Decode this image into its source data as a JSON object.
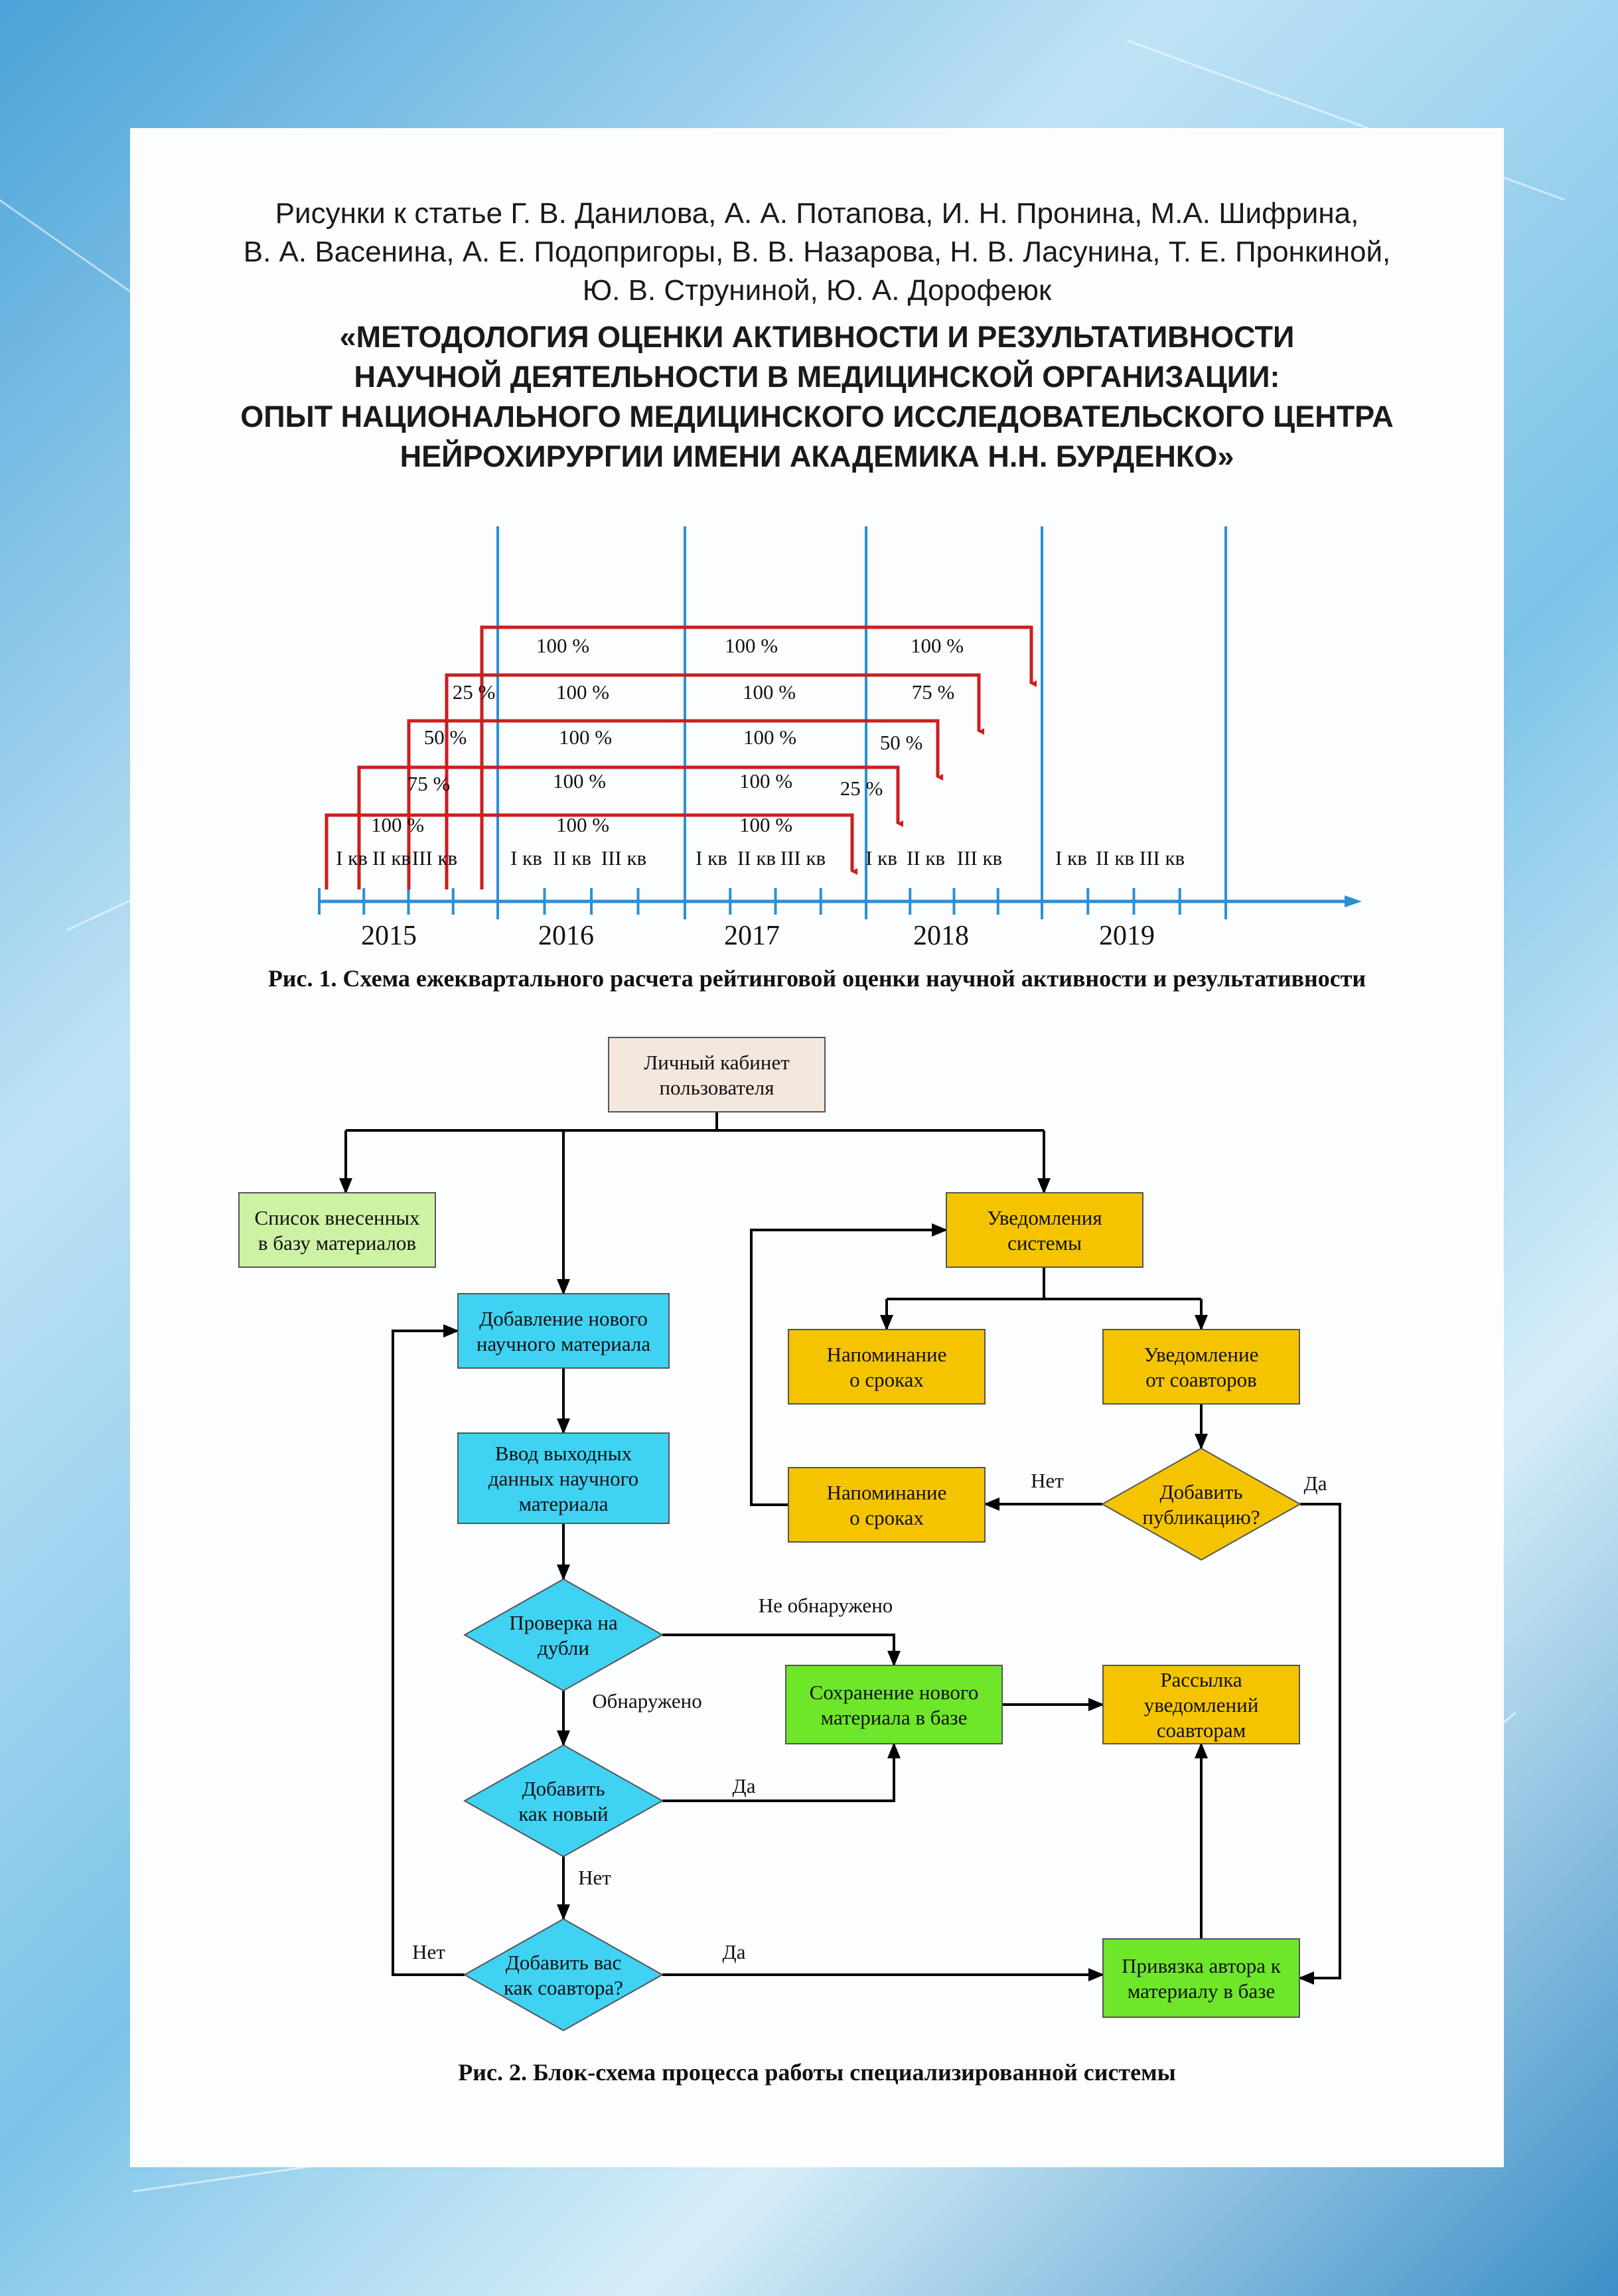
{
  "header": {
    "authors_lines": [
      "Рисунки к статье Г. В. Данилова, А. А. Потапова, И. Н. Пронина, М.А. Шифрина,",
      "В. А. Васенина, А. Е. Подопригоры, В. В. Назарова, Н. В. Ласунина, Т. Е. Пронкиной,",
      "Ю. В. Струниной, Ю. А. Дорофеюк"
    ],
    "title_lines": [
      "«МЕТОДОЛОГИЯ ОЦЕНКИ АКТИВНОСТИ И РЕЗУЛЬТАТИВНОСТИ",
      "НАУЧНОЙ ДЕЯТЕЛЬНОСТИ В МЕДИЦИНСКОЙ ОРГАНИЗАЦИИ:",
      "ОПЫТ НАЦИОНАЛЬНОГО МЕДИЦИНСКОГО ИССЛЕДОВАТЕЛЬСКОГО ЦЕНТРА",
      "НЕЙРОХИРУРГИИ ИМЕНИ АКАДЕМИКА Н.Н. БУРДЕНКО»"
    ]
  },
  "figure1": {
    "caption": "Рис. 1. Схема ежеквартального расчета рейтинговой оценки научной активности и результативности",
    "years": [
      "2015",
      "2016",
      "2017",
      "2018",
      "2019"
    ],
    "quarter_labels": [
      "I кв",
      "II кв",
      "III кв"
    ],
    "rows": [
      {
        "labels": [
          "100 %",
          "100 %",
          "100 %"
        ]
      },
      {
        "labels": [
          "25 %",
          "100 %",
          "100 %",
          "75 %"
        ]
      },
      {
        "labels": [
          "50 %",
          "100 %",
          "100 %",
          "50 %"
        ]
      },
      {
        "labels": [
          "75 %",
          "100 %",
          "100 %",
          "25 %"
        ]
      },
      {
        "labels": [
          "100 %",
          "100 %",
          "100 %"
        ]
      }
    ],
    "colors": {
      "axis": "#2b8fd6",
      "bracket": "#cc1f1f"
    }
  },
  "figure2": {
    "caption": "Рис. 2. Блок-схема процесса работы специализированной системы",
    "nodes": {
      "cabinet": [
        "Личный кабинет",
        "пользователя"
      ],
      "list": [
        "Список внесенных",
        "в базу материалов"
      ],
      "add": [
        "Добавление нового",
        "научного материала"
      ],
      "input": [
        "Ввод выходных",
        "данных научного",
        "материала"
      ],
      "check": [
        "Проверка на",
        "дубли"
      ],
      "addnew": [
        "Добавить",
        "как новый"
      ],
      "coauthor": [
        "Добавить вас",
        "как соавтора?"
      ],
      "notif": [
        "Уведомления",
        "системы"
      ],
      "remind1": [
        "Напоминание",
        "о сроках"
      ],
      "coauthnotif": [
        "Уведомление",
        "от соавторов"
      ],
      "addpub": [
        "Добавить",
        "публикацию?"
      ],
      "remind2": [
        "Напоминание",
        "о сроках"
      ],
      "save": [
        "Сохранение нового",
        "материала в базе"
      ],
      "mail": [
        "Рассылка",
        "уведомлений",
        "соавторам"
      ],
      "link": [
        "Привязка автора к",
        "материалу в базе"
      ]
    },
    "edge_labels": {
      "not_found": "Не обнаружено",
      "found": "Обнаружено",
      "yes_addnew": "Да",
      "no_addnew": "Нет",
      "no_coauthor": "Нет",
      "yes_coauthor": "Да",
      "no_addpub": "Нет",
      "yes_addpub": "Да"
    },
    "colors": {
      "blue": "#3fd2f2",
      "yellow": "#f5c400",
      "green": "#6ee62a",
      "beige": "#f4e7dd",
      "light_green": "#cdf2a4"
    }
  }
}
